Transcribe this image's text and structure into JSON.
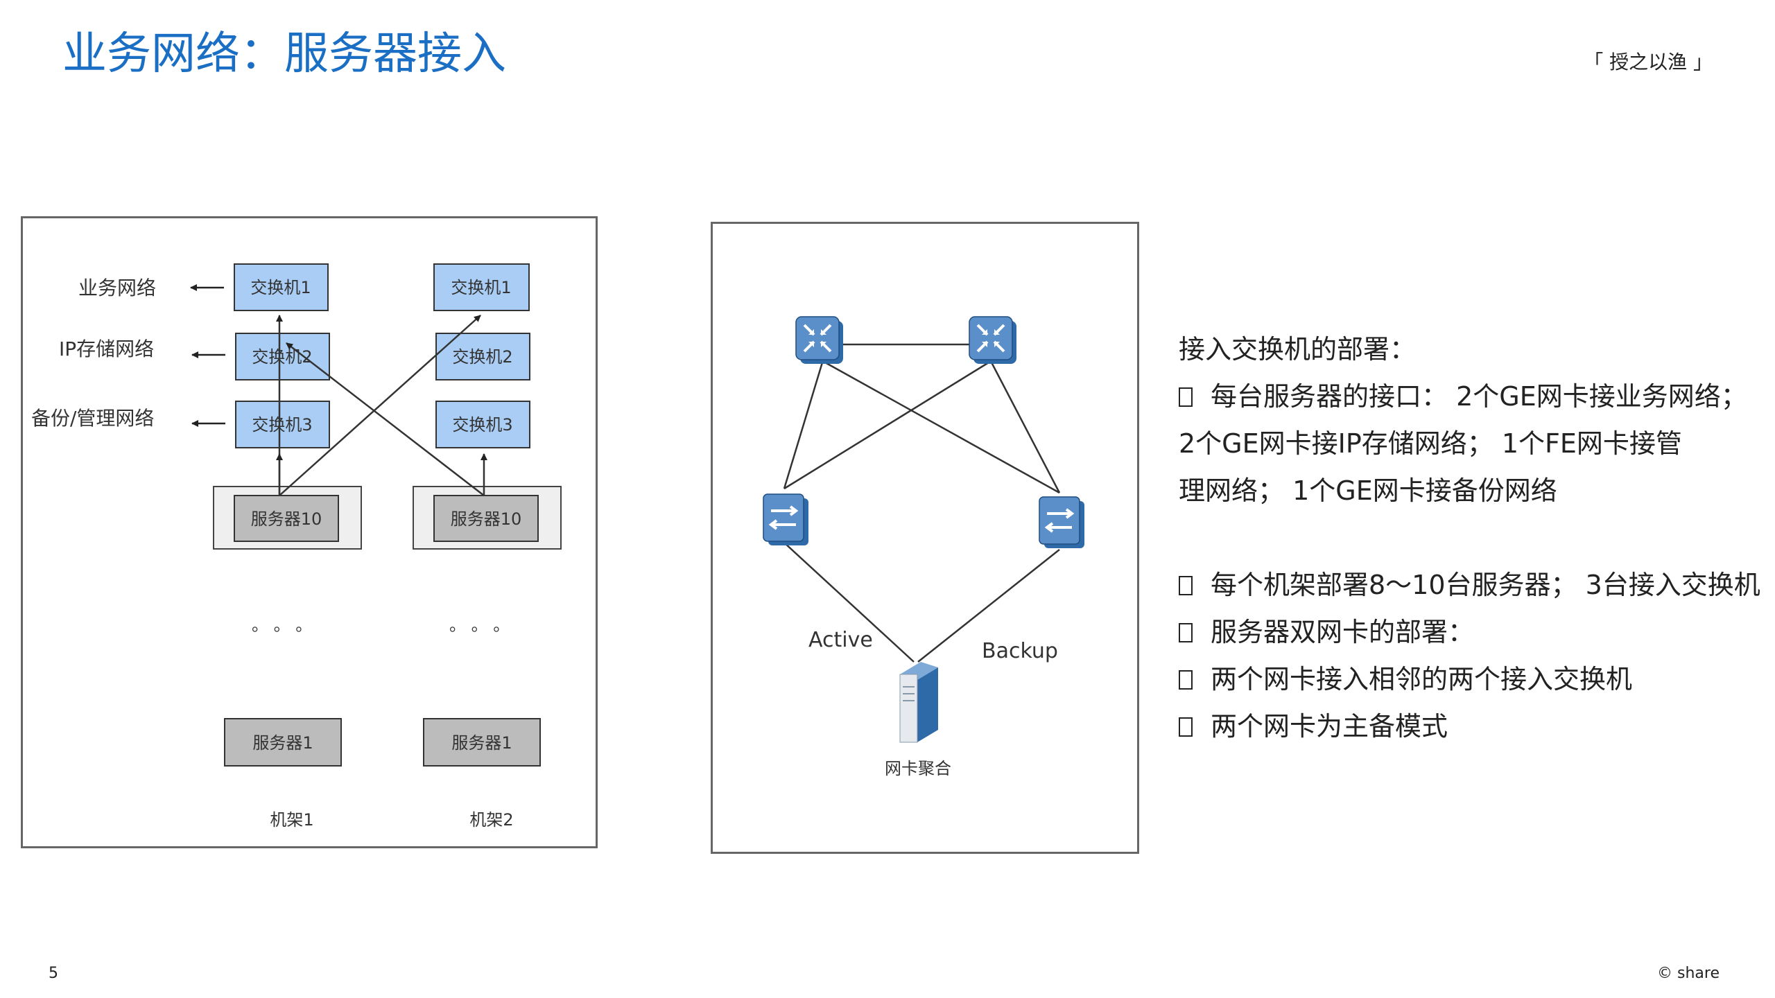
{
  "header": {
    "title": "业务网络：服务器接入",
    "tagline": "「 授之以渔 」"
  },
  "footer": {
    "page": "5",
    "copyright": "© share"
  },
  "diagram1": {
    "side_labels": [
      "业务网络",
      "IP存储网络",
      "备份/管理网络"
    ],
    "rack1": {
      "switches": [
        "交换机1",
        "交换机2",
        "交换机3"
      ],
      "server_top": "服务器10",
      "server_bottom": "服务器1",
      "label": "机架1"
    },
    "rack2": {
      "switches": [
        "交换机1",
        "交换机2",
        "交换机3"
      ],
      "server_top": "服务器10",
      "server_bottom": "服务器1",
      "label": "机架2"
    },
    "ellipsis": "。 。 。"
  },
  "diagram2": {
    "active": "Active",
    "backup": "Backup",
    "server_label": "网卡聚合"
  },
  "info": {
    "heading": "接入交换机的部署：",
    "line1": "每台服务器的接口： 2个GE网卡接业务网络；",
    "line2": "2个GE网卡接IP存储网络； 1个FE网卡接管",
    "line3": "理网络； 1个GE网卡接备份网络",
    "line4": "每个机架部署8～10台服务器； 3台接入交换机",
    "line5": "服务器双网卡的部署：",
    "line6": "两个网卡接入相邻的两个接入交换机",
    "line7": "两个网卡为主备模式"
  }
}
